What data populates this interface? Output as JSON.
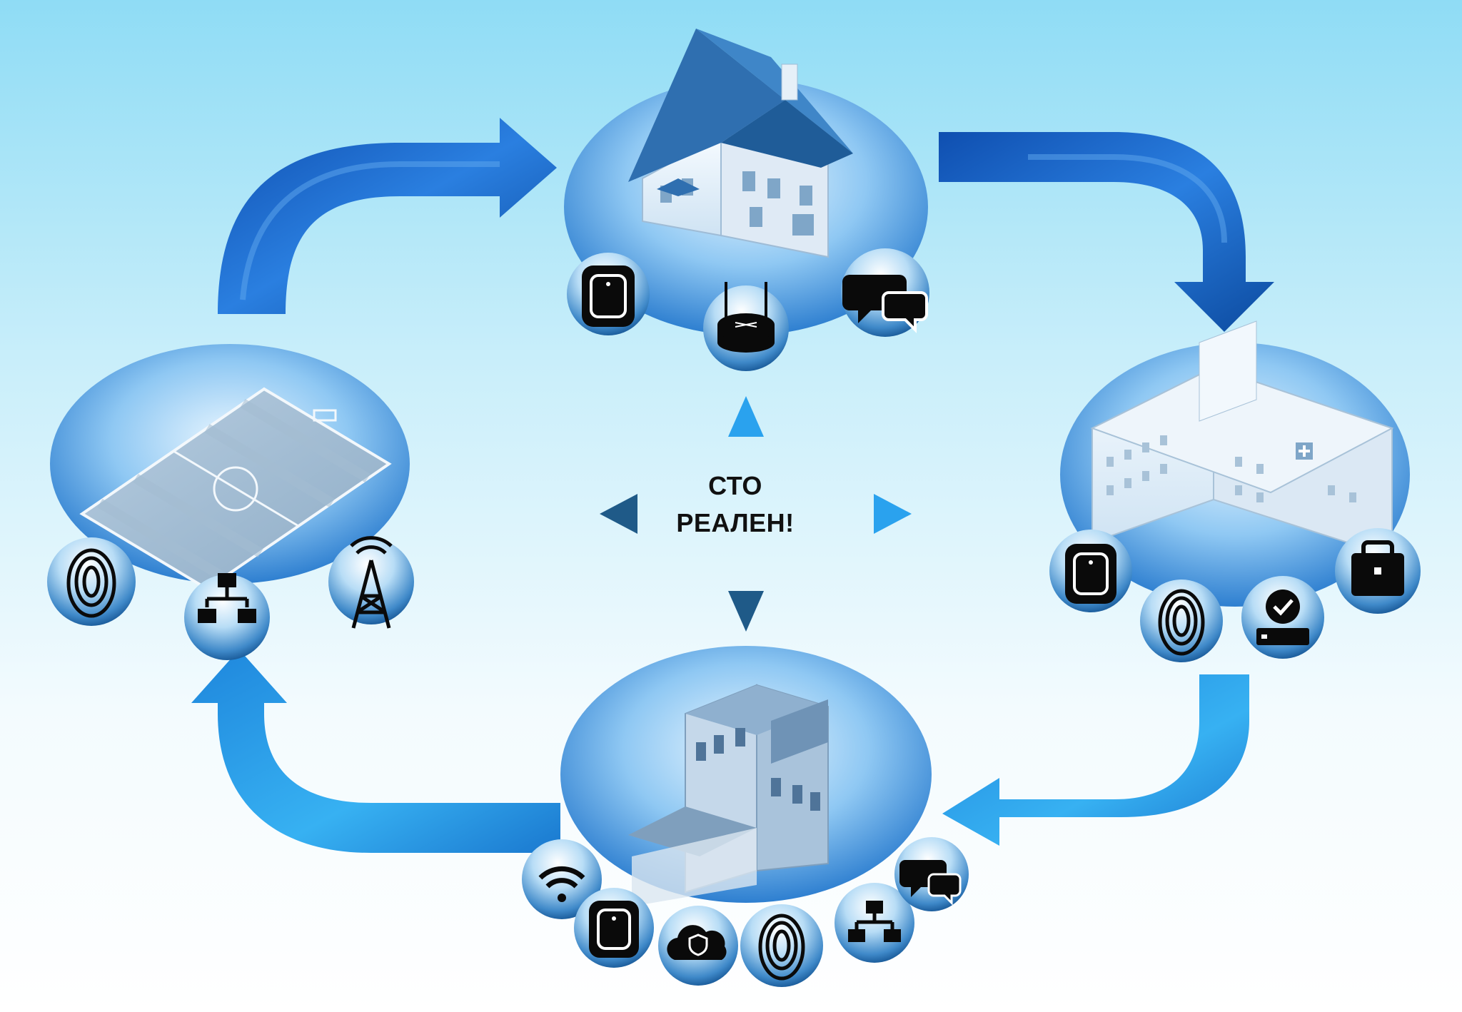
{
  "center": {
    "line1": "СТО",
    "line2": "РЕАЛЕН!"
  },
  "colors": {
    "arrow_dark": "#1b5fb8",
    "arrow_light": "#2aa6ee",
    "bubble_fill": "#5aaee9",
    "icon_black": "#0a0a0a"
  },
  "hubs": [
    {
      "id": "home",
      "scene": "house",
      "icons": [
        "smart-tag-icon",
        "router-icon",
        "chat-bubbles-icon"
      ]
    },
    {
      "id": "hospital",
      "scene": "hospital",
      "icons": [
        "smart-tag-icon",
        "fingerprint-icon",
        "verified-device-icon",
        "briefcase-icon"
      ]
    },
    {
      "id": "shop",
      "scene": "cafe",
      "icons": [
        "wifi-icon",
        "smart-tag-icon",
        "cloud-shield-icon",
        "fingerprint-icon",
        "network-icon",
        "chat-bubbles-icon"
      ]
    },
    {
      "id": "stadium",
      "scene": "football-field",
      "icons": [
        "fingerprint-icon",
        "network-icon",
        "radio-tower-icon"
      ]
    }
  ]
}
